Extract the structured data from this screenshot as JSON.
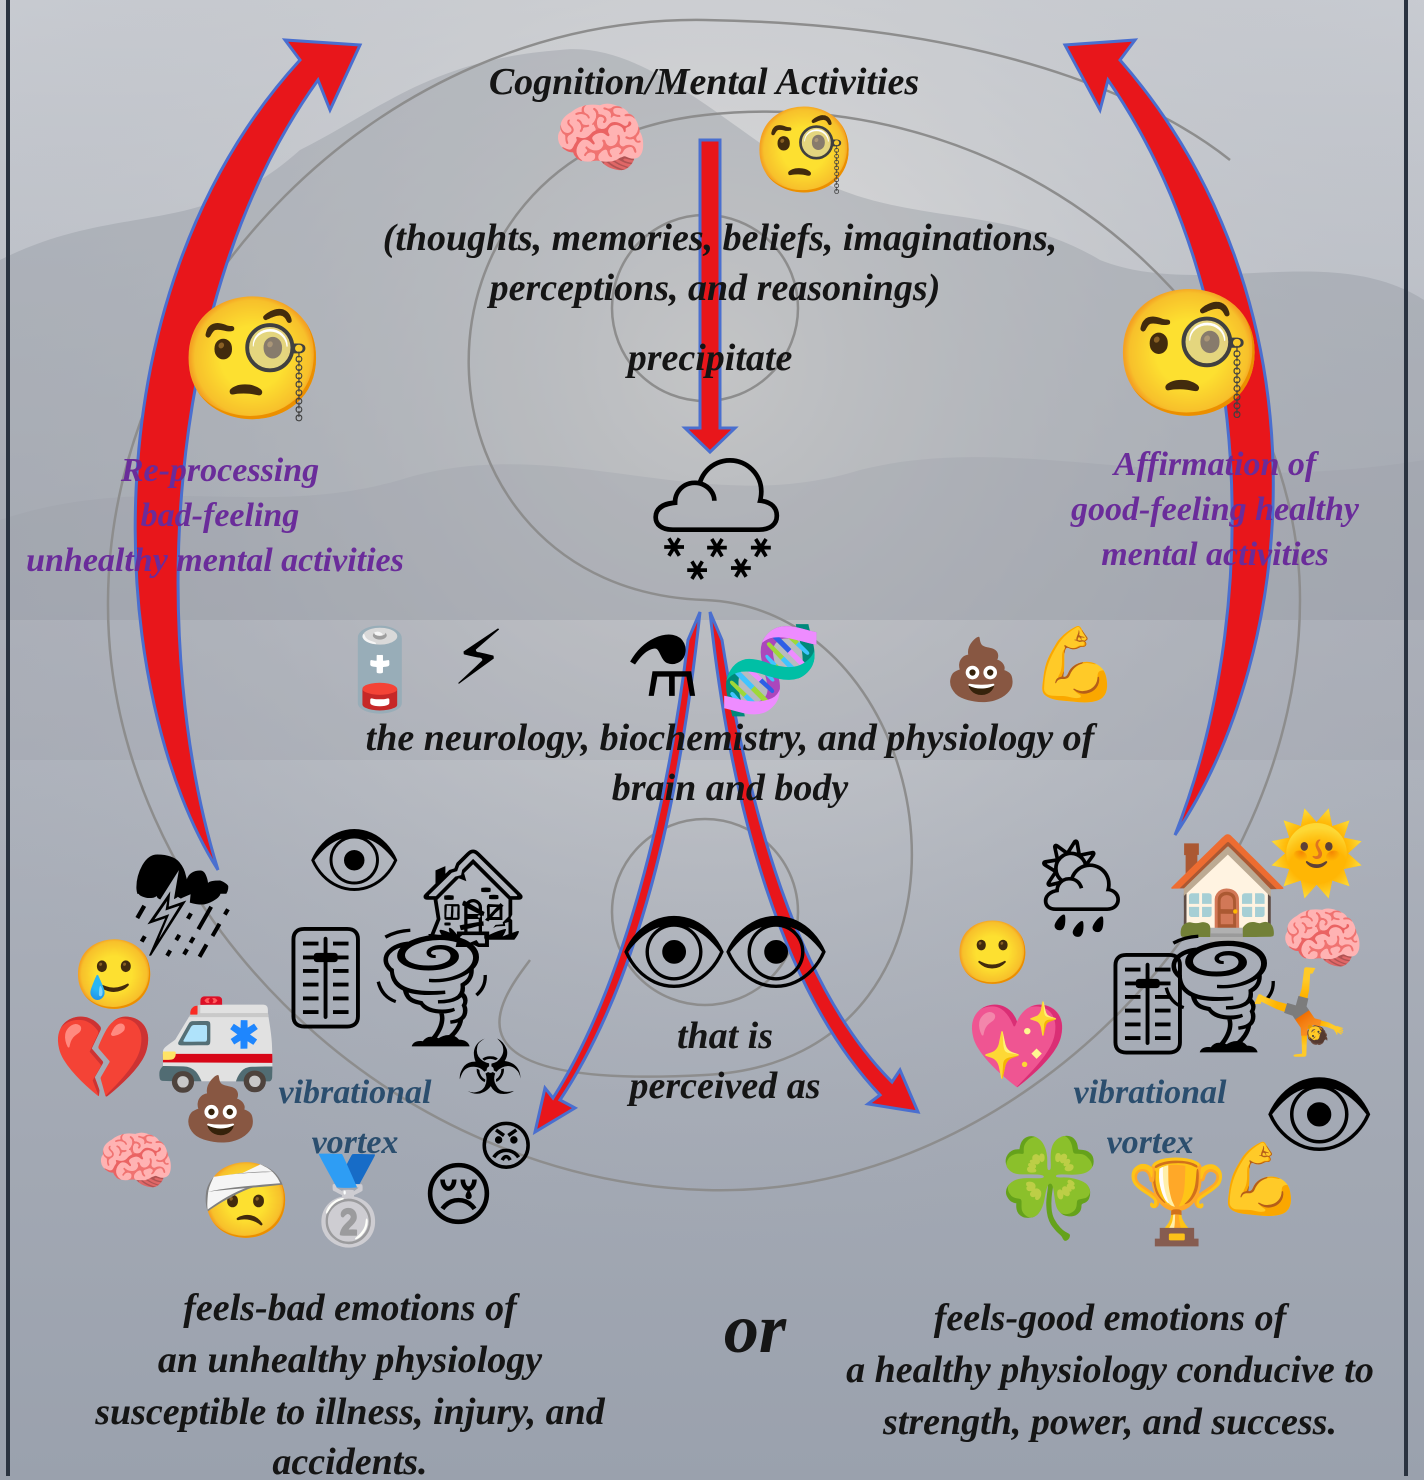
{
  "title": "Cognition/Mental Activities",
  "cognition_list": {
    "line1": "(thoughts, memories, beliefs, imaginations,",
    "line2": "perceptions, and reasonings)"
  },
  "precipitate": "precipitate",
  "left_loop": {
    "line1": "Re-processing",
    "line2": "bad-feeling",
    "line3": "unhealthy mental activities"
  },
  "right_loop": {
    "line1": "Affirmation of",
    "line2": "good-feeling healthy",
    "line3": "mental activities"
  },
  "physiology": {
    "line1": "the neurology, biochemistry, and physiology of",
    "line2": "brain and body"
  },
  "perceived": {
    "line1": "that is",
    "line2": "perceived as"
  },
  "vortex_left": {
    "line1": "vibrational",
    "line2": "vortex"
  },
  "vortex_right": {
    "line1": "vibrational",
    "line2": "vortex"
  },
  "bad_outcome": {
    "line1": "feels-bad emotions of",
    "line2": "an unhealthy physiology",
    "line3": "susceptible to illness, injury, and",
    "line4": "accidents."
  },
  "or_label": "or",
  "good_outcome": {
    "line1": "feels-good emotions of",
    "line2": "a healthy physiology conducive to",
    "line3": "strength, power, and success."
  },
  "colors": {
    "arrow_red": "#e8161b",
    "arrow_outline": "#4a6fcf",
    "purple_text": "#6a2c9a",
    "teal_text": "#2b4e6e",
    "spiral_gray": "#8d8d8d"
  },
  "icons": {
    "top": [
      "brain-icon",
      "thinking-face-icon"
    ],
    "side_faces": [
      "frowning-monocle-face-icon",
      "smiling-monocle-face-icon"
    ],
    "center": [
      "snow-cloud-icon"
    ],
    "physiology_row": [
      "low-battery-icon",
      "lightning-icon",
      "flask-icon",
      "dna-icon",
      "poop-icon",
      "flexed-biceps-icon"
    ],
    "eyes": [
      "eye-icon",
      "eye-icon"
    ],
    "bad_cluster": [
      "storm-cloud-icon",
      "eye-icon",
      "broken-house-icon",
      "tearful-face-icon",
      "ambulance-icon",
      "tuning-fork-icon",
      "tornado-icon",
      "hazard-sign-icon",
      "broken-heart-icon",
      "poop-icon",
      "angry-face-icon",
      "brain-icon",
      "bandaged-face-icon",
      "silver-medal-icon",
      "crying-face-icon"
    ],
    "good_cluster": [
      "sun-cloud-icon",
      "house-icon",
      "sun-icon",
      "slight-smile-icon",
      "brain-icon",
      "tuning-fork-icon",
      "tornado-icon",
      "sparkling-heart-icon",
      "gymnast-icon",
      "eye-icon",
      "four-leaf-clover-icon",
      "flexed-biceps-icon",
      "trophy-icon"
    ]
  }
}
